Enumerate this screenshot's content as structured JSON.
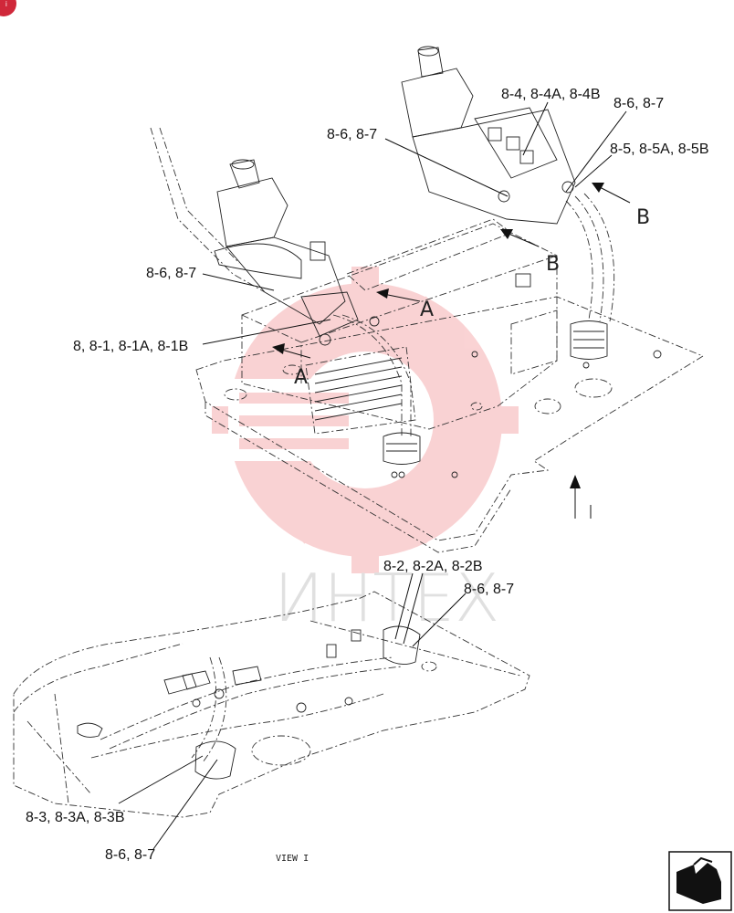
{
  "callouts": {
    "c_8_4": "8-4, 8-4A, 8-4B",
    "c_8_6_tr": "8-6, 8-7",
    "c_8_5": "8-5, 8-5A, 8-5B",
    "c_8_6_top": "8-6, 8-7",
    "c_8_6_left": "8-6, 8-7",
    "c_8_1": "8, 8-1, 8-1A, 8-1B",
    "c_8_2": "8-2, 8-2A, 8-2B",
    "c_8_6_mid": "8-6, 8-7",
    "c_8_3": "8-3, 8-3A, 8-3B",
    "c_8_6_bottom": "8-6, 8-7"
  },
  "view_letters": {
    "a_upper": "A",
    "a_lower": "A",
    "b_right": "B",
    "b_center": "B"
  },
  "view_caption": "VIEW I",
  "watermark": {
    "text": "ИНТЕХ",
    "color": "#e8383d"
  },
  "icons": {
    "corner_badge": "red-circle-badge",
    "page_turn": "page-turn-icon",
    "view_arrow": "view-direction-arrow-icon"
  }
}
